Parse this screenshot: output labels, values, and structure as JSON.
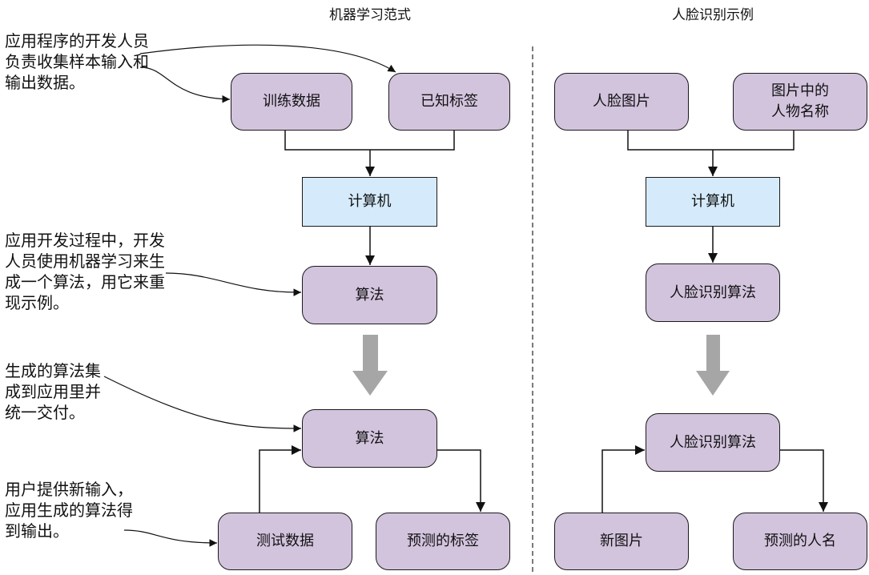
{
  "titles": {
    "left": "机器学习范式",
    "right": "人脸识别示例"
  },
  "notes": [
    "应用程序的开发人员\n负责收集样本输入和\n输出数据。",
    "应用开发过程中，开发\n人员使用机器学习来生\n成一个算法，用它来重\n现示例。",
    "生成的算法集\n成到应用里并\n统一交付。",
    "用户提供新输入，\n应用生成的算法得\n到输出。"
  ],
  "left": {
    "training_data": "训练数据",
    "known_labels": "已知标签",
    "computer": "计算机",
    "algorithm_1": "算法",
    "algorithm_2": "算法",
    "test_data": "测试数据",
    "predicted_labels": "预测的标签"
  },
  "right": {
    "face_images": "人脸图片",
    "names_in_images": "图片中的\n人物名称",
    "computer": "计算机",
    "face_algorithm_1": "人脸识别算法",
    "face_algorithm_2": "人脸识别算法",
    "new_image": "新图片",
    "predicted_name": "预测的人名"
  },
  "colors": {
    "rounded_box": "#d3c4de",
    "computer_box": "#d5ebfb",
    "big_arrow": "#a6a6a6",
    "line": "#111111"
  }
}
